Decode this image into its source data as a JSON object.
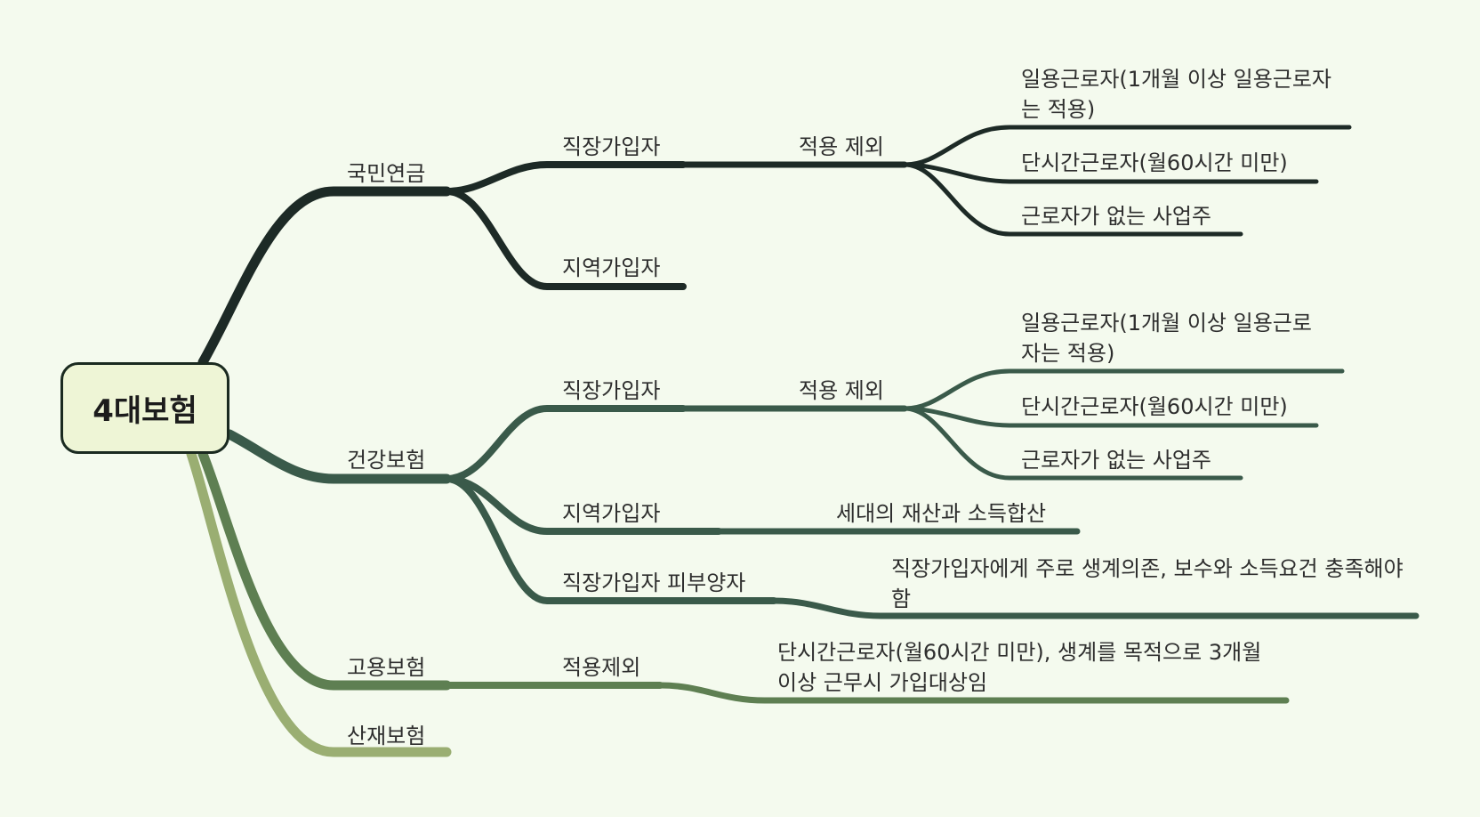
{
  "colors": {
    "background": "#f4faee",
    "root_fill": "#eef5d6",
    "branch_national_pension": "#1d2a26",
    "branch_health_insurance": "#3a5a4a",
    "branch_employment_insurance": "#5e7f52",
    "branch_industrial_accident": "#9aae72"
  },
  "root": {
    "label": "4대보험"
  },
  "nodes": {
    "np": "국민연금",
    "np_work": "직장가입자",
    "np_work_excl": "적용 제외",
    "np_excl_1": "일용근로자(1개월 이상 일용근로자는 적용)",
    "np_excl_2": "단시간근로자(월60시간 미만)",
    "np_excl_3": "근로자가 없는 사업주",
    "np_region": "지역가입자",
    "hi": "건강보험",
    "hi_work": "직장가입자",
    "hi_work_excl": "적용 제외",
    "hi_excl_1": "일용근로자(1개월 이상 일용근로자는 적용)",
    "hi_excl_2": "단시간근로자(월60시간 미만)",
    "hi_excl_3": "근로자가 없는 사업주",
    "hi_region": "지역가입자",
    "hi_region_note": "세대의 재산과 소득합산",
    "hi_dependent": "직장가입자 피부양자",
    "hi_dependent_note": "직장가입자에게 주로 생계의존, 보수와 소득요건 충족해야 함",
    "ei": "고용보험",
    "ei_excl": "적용제외",
    "ei_excl_note": "단시간근로자(월60시간 미만), 생계를 목적으로 3개월 이상 근무시 가입대상임",
    "ia": "산재보험"
  }
}
